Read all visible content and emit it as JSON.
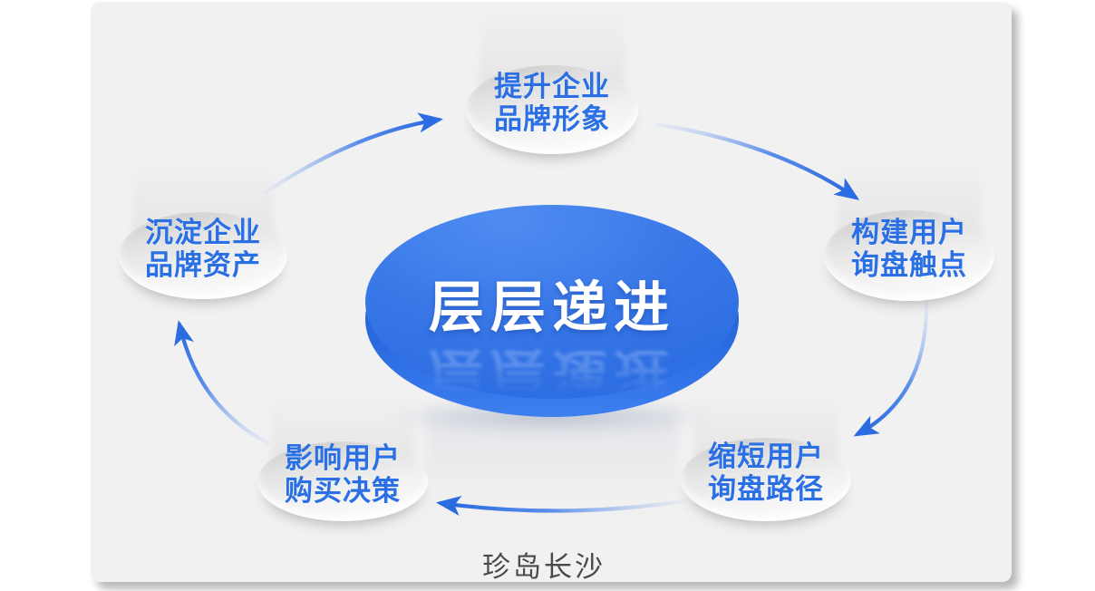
{
  "diagram": {
    "type": "circular-flow",
    "direction": "clockwise"
  },
  "center": {
    "label": "层层递进"
  },
  "nodes": [
    {
      "id": "top",
      "lines": [
        "提升企业",
        "品牌形象"
      ]
    },
    {
      "id": "right",
      "lines": [
        "构建用户",
        "询盘触点"
      ]
    },
    {
      "id": "bottom_right",
      "lines": [
        "缩短用户",
        "询盘路径"
      ]
    },
    {
      "id": "bottom_left",
      "lines": [
        "影响用户",
        "购买决策"
      ]
    },
    {
      "id": "left",
      "lines": [
        "沉淀企业",
        "品牌资产"
      ]
    }
  ],
  "arrows": [
    {
      "from": "left",
      "to": "top"
    },
    {
      "from": "top",
      "to": "right"
    },
    {
      "from": "right",
      "to": "bottom_right"
    },
    {
      "from": "bottom_right",
      "to": "bottom_left"
    },
    {
      "from": "bottom_left",
      "to": "left"
    }
  ],
  "caption": {
    "text": "珍岛长沙"
  },
  "colors": {
    "accent": "#2b6ce2",
    "node-text": "#2b6fe4",
    "disc-top": "#3a78e8",
    "disc-side": "#2463d8",
    "card-bg": "#f1f1f2",
    "caption-text": "#4a4a4a"
  }
}
